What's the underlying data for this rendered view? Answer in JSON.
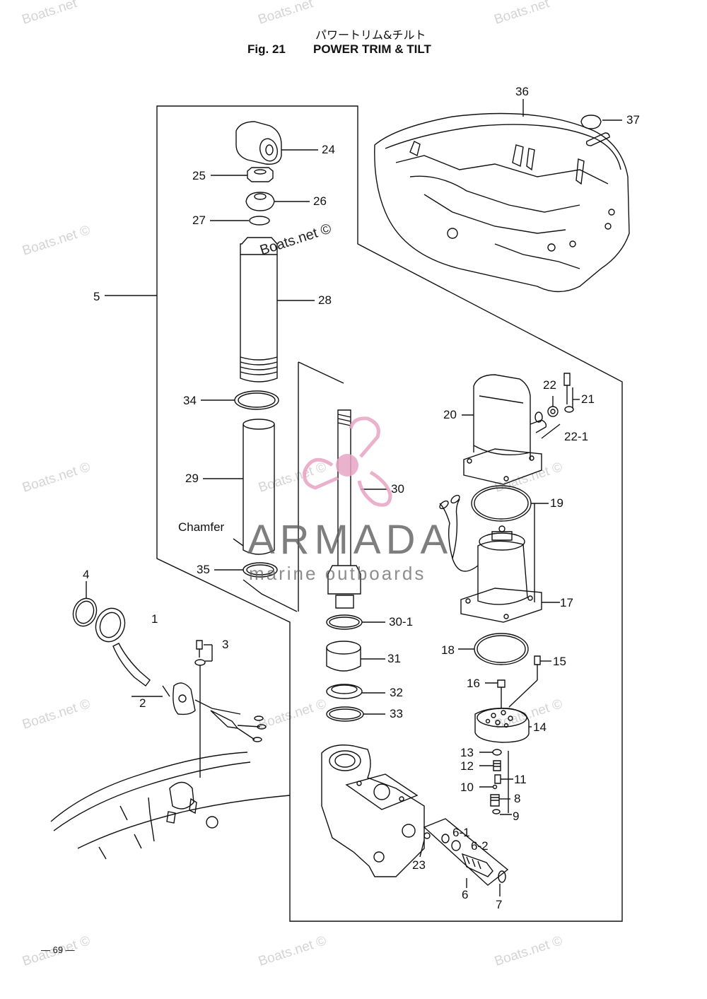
{
  "header": {
    "japanese_title": "パワートリム&チルト",
    "figure_number": "Fig. 21",
    "title": "POWER TRIM & TILT"
  },
  "watermark": {
    "site": "Boats.net ©",
    "site_plain": "Boats.net",
    "brand": "ARMADA",
    "tagline": "marine outboards",
    "brand_color": "#e8a4c4"
  },
  "labels": {
    "p1": "1",
    "p2": "2",
    "p3": "3",
    "p4": "4",
    "p5": "5",
    "p6": "6",
    "p6_1": "6-1",
    "p6_2": "6-2",
    "p7": "7",
    "p8": "8",
    "p9": "9",
    "p10": "10",
    "p11": "11",
    "p12": "12",
    "p13": "13",
    "p14": "14",
    "p15": "15",
    "p16": "16",
    "p17": "17",
    "p18": "18",
    "p19": "19",
    "p20": "20",
    "p21": "21",
    "p22": "22",
    "p22_1": "22-1",
    "p23": "23",
    "p24": "24",
    "p25": "25",
    "p26": "26",
    "p27": "27",
    "p28": "28",
    "p29": "29",
    "p30": "30",
    "p30_1": "30-1",
    "p31": "31",
    "p32": "32",
    "p33": "33",
    "p34": "34",
    "p35": "35",
    "p36": "36",
    "p37": "37",
    "chamfer": "Chamfer"
  },
  "page_number": "— 69 —"
}
